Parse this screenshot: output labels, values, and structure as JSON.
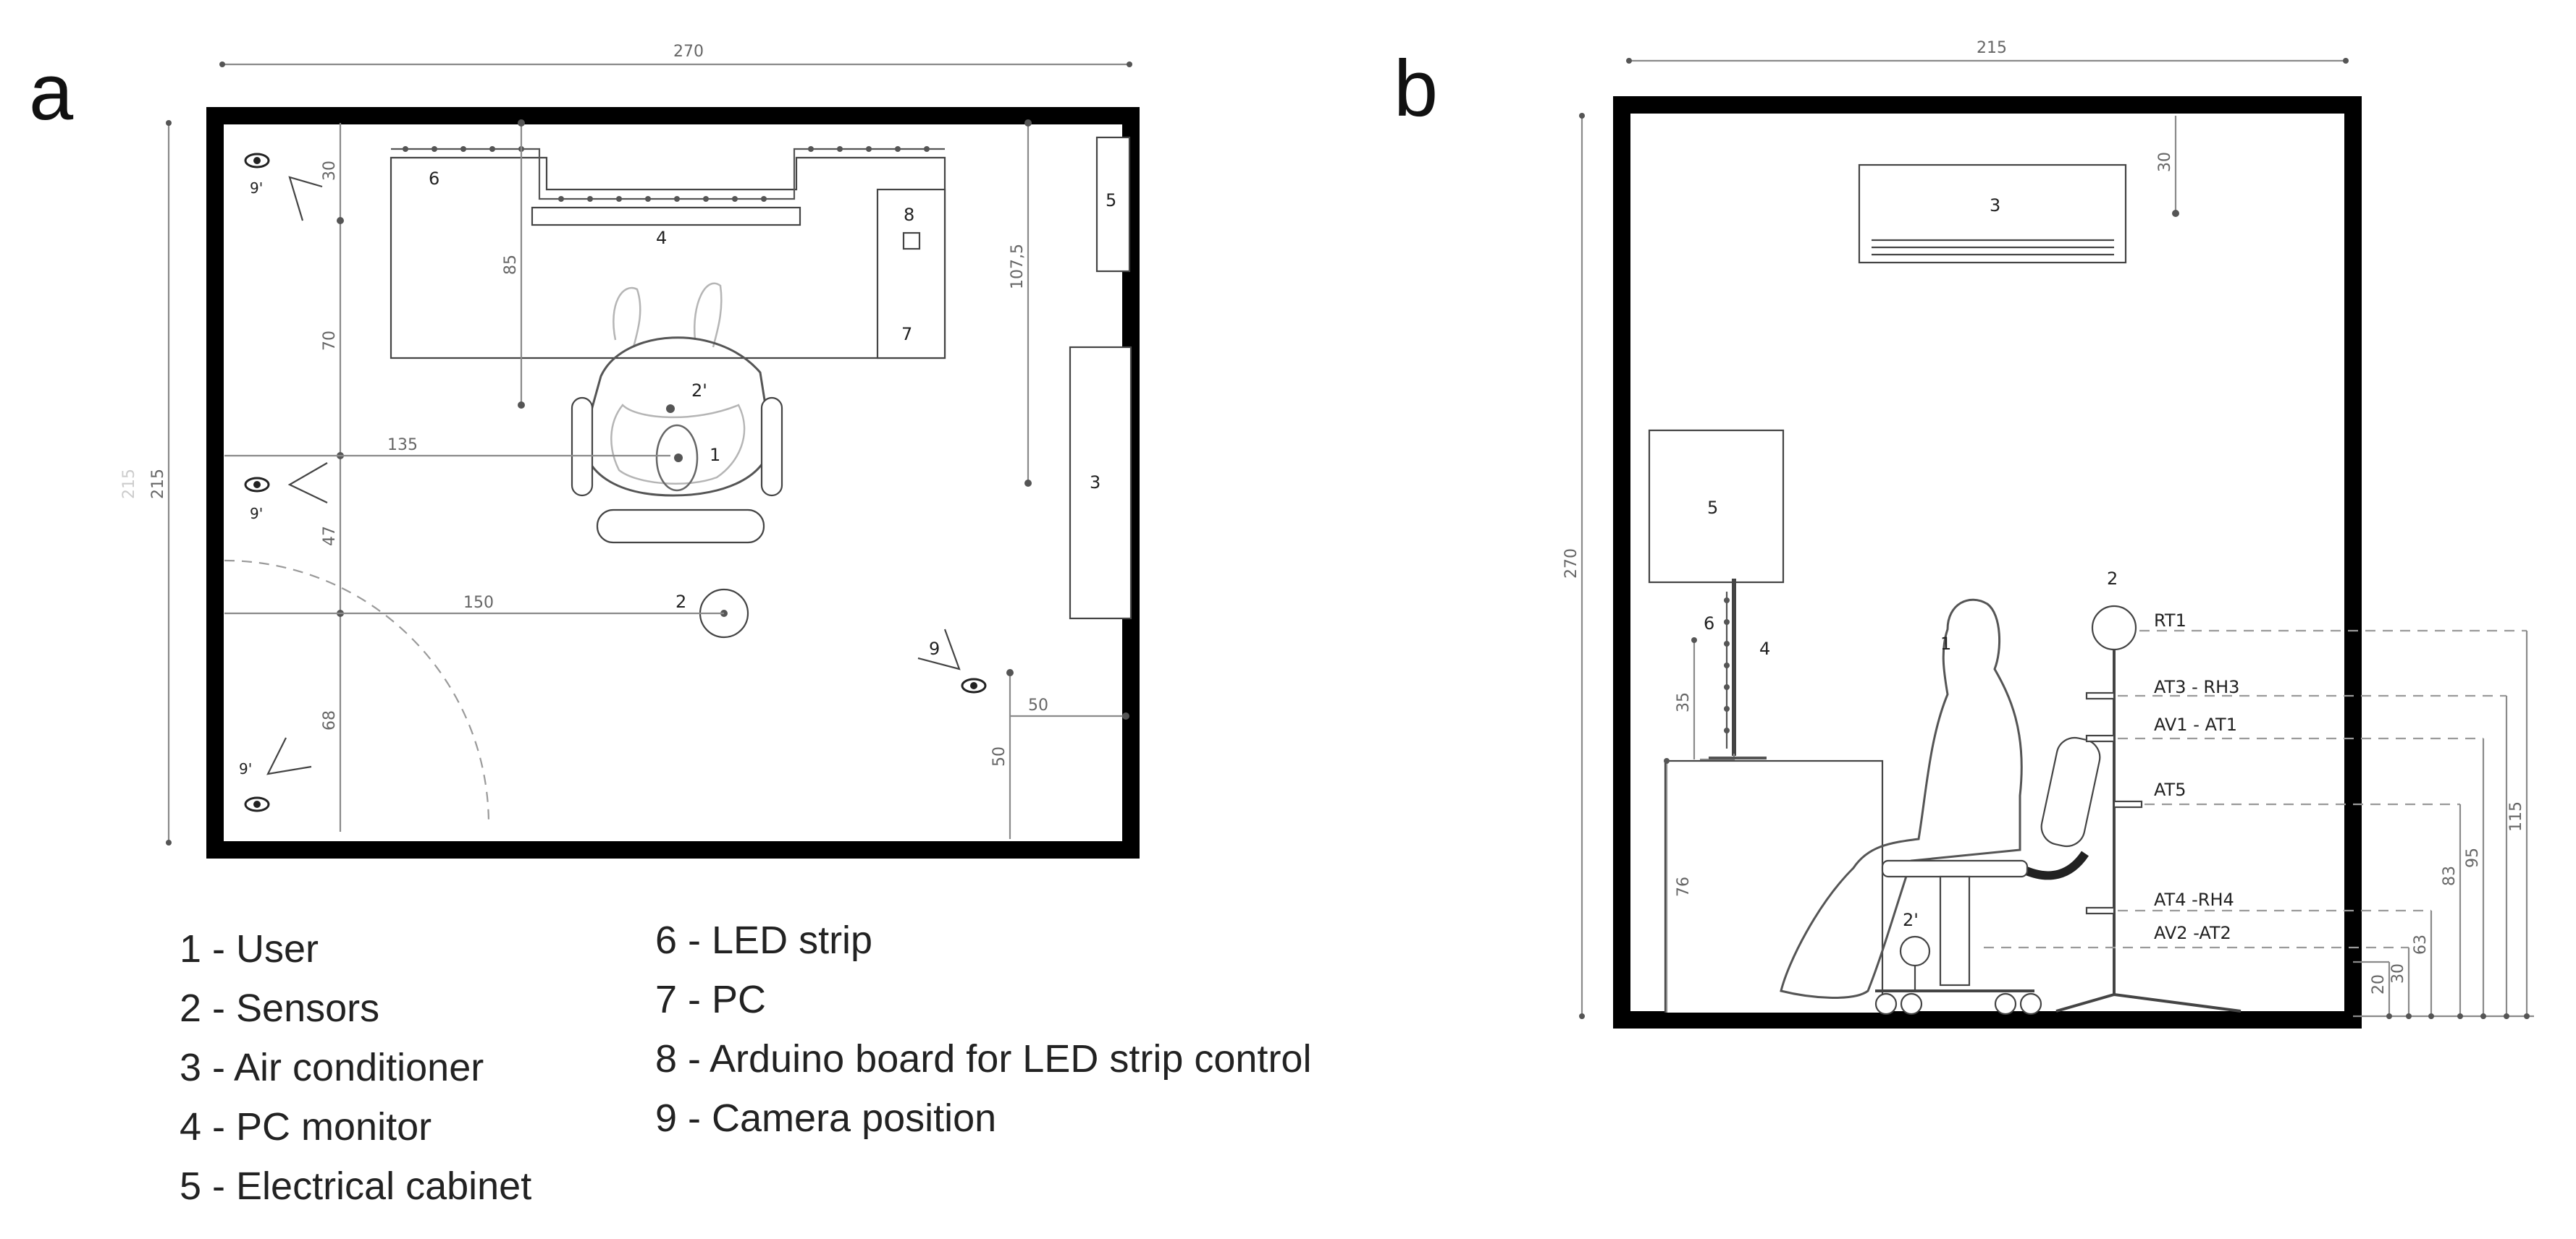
{
  "panels": {
    "a": "a",
    "b": "b"
  },
  "plan": {
    "width_dim": "270",
    "height_dim": "215",
    "faint_mark": "215",
    "dims": {
      "d30": "30",
      "d70": "70",
      "d85": "85",
      "d107": "107,5",
      "d135": "135",
      "d47": "47",
      "d150": "150",
      "d68": "68",
      "d50a": "50",
      "d50b": "50"
    },
    "items": {
      "n1": "1",
      "n2": "2",
      "n2p": "2'",
      "n3": "3",
      "n4": "4",
      "n5": "5",
      "n6": "6",
      "n7": "7",
      "n8": "8",
      "n9": "9",
      "cam_top": "9'",
      "cam_mid": "9'",
      "cam_bot": "9'"
    }
  },
  "section": {
    "width_dim": "215",
    "height_dim": "270",
    "dims": {
      "d30": "30",
      "d35": "35",
      "d76": "76",
      "h20": "20",
      "h30": "30",
      "h63": "63",
      "h83": "83",
      "h95": "95",
      "h115": "115"
    },
    "items": {
      "n1": "1",
      "n2": "2",
      "n2p": "2'",
      "n3": "3",
      "n4": "4",
      "n5": "5",
      "n6": "6"
    },
    "sensors": {
      "s1": "RT1",
      "s2": "AT3 - RH3",
      "s3": "AV1 - AT1",
      "s4": "AT5",
      "s5": "AT4 -RH4",
      "s6": "AV2 -AT2"
    }
  },
  "legend": {
    "col1": [
      "1 - User",
      "2 - Sensors",
      "3 - Air conditioner",
      "4 - PC monitor",
      "5 - Electrical cabinet"
    ],
    "col2": [
      "6 - LED strip",
      "7 - PC",
      "8 - Arduino board for LED strip control",
      "9 - Camera position"
    ]
  }
}
